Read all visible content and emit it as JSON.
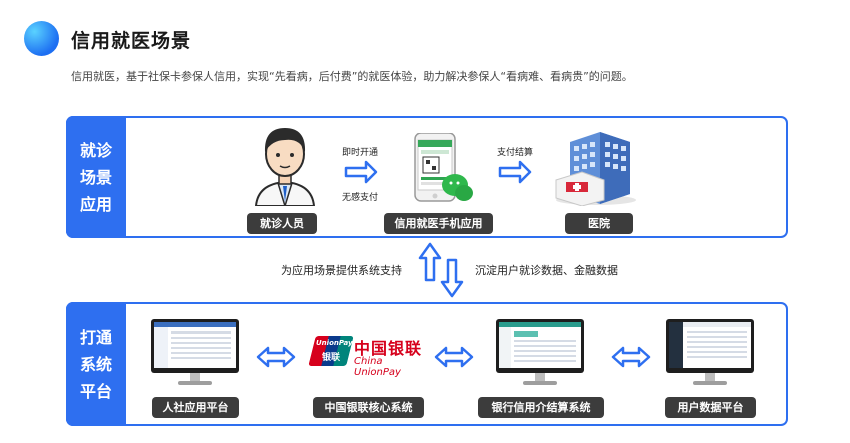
{
  "header": {
    "title": "信用就医场景",
    "subtitle": "信用就医，基于社保卡参保人信用，实现“先看病，后付费”的就医体验，助力解决参保人“看病难、看病贵”的问题。"
  },
  "scene_panel": {
    "tag_lines": [
      "就诊",
      "场景",
      "应用"
    ],
    "patient_label": "就诊人员",
    "app_label": "信用就医手机应用",
    "hospital_label": "医院",
    "arrow1_top": "即时开通",
    "arrow1_bottom": "无感支付",
    "arrow2_top": "支付结算"
  },
  "middle": {
    "left_text": "为应用场景提供系统支持",
    "right_text": "沉淀用户就诊数据、金融数据"
  },
  "platform_panel": {
    "tag_lines": [
      "打通",
      "系统",
      "平台"
    ],
    "labels": [
      "人社应用平台",
      "中国银联核心系统",
      "银行信用介结算系统",
      "用户数据平台"
    ],
    "unionpay": {
      "logo_line1": "UnionPay",
      "logo_line2": "银联",
      "cn_name": "中国银联",
      "en_name": "China UnionPay"
    }
  },
  "colors": {
    "accent": "#2e6ff0",
    "label_bg": "#3c3c3c",
    "unionpay_red": "#d6001c"
  }
}
